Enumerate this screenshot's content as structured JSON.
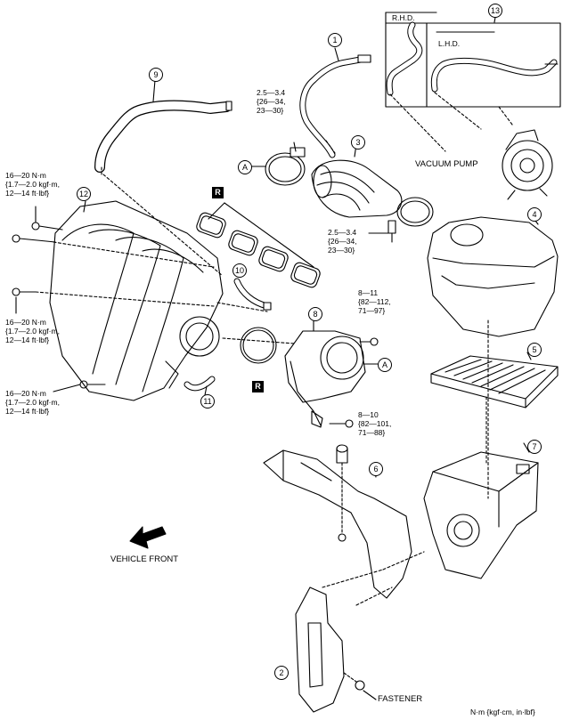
{
  "callouts": {
    "c1": "1",
    "c2": "2",
    "c3": "3",
    "c4": "4",
    "c5": "5",
    "c6": "6",
    "c7": "7",
    "c8": "8",
    "c9": "9",
    "c10": "10",
    "c11": "11",
    "c12": "12",
    "c13": "13"
  },
  "ref_a": "A",
  "replace_mark": "R",
  "torque": {
    "clamp_a_l1": "2.5—3.4",
    "clamp_a_l2": "{26—34,",
    "clamp_a_l3": "23—30}",
    "clamp_b_l1": "2.5—3.4",
    "clamp_b_l2": "{26—34,",
    "clamp_b_l3": "23—30}",
    "manifold_top_l1": "16—20 N·m",
    "manifold_top_l2": "{1.7—2.0 kgf·m,",
    "manifold_top_l3": "12—14 ft·lbf}",
    "manifold_mid_l1": "16—20 N·m",
    "manifold_mid_l2": "{1.7—2.0 kgf·m,",
    "manifold_mid_l3": "12—14 ft·lbf}",
    "manifold_bot_l1": "16—20 N·m",
    "manifold_bot_l2": "{1.7—2.0 kgf·m,",
    "manifold_bot_l3": "12—14 ft·lbf}",
    "throttle_top_l1": "8—11",
    "throttle_top_l2": "{82—112,",
    "throttle_top_l3": "71—97}",
    "throttle_bot_l1": "8—10",
    "throttle_bot_l2": "{82—101,",
    "throttle_bot_l3": "71—88}"
  },
  "labels": {
    "rhd": "R.H.D.",
    "lhd": "L.H.D.",
    "vacuum_pump": "VACUUM PUMP",
    "vehicle_front": "VEHICLE FRONT",
    "fastener": "FASTENER",
    "units": "N·m {kgf·cm, in·lbf}"
  }
}
